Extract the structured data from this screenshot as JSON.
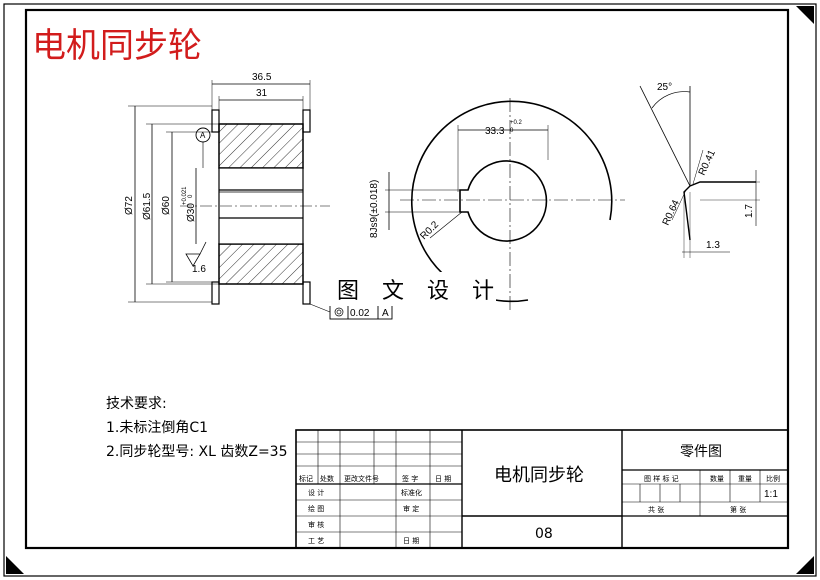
{
  "watermark": "电机同步轮",
  "center_stamp": "图 文 设 计",
  "dimensions": {
    "d36_5": "36.5",
    "d31": "31",
    "phi72": "Ø72",
    "phi61_5": "Ø61.5",
    "phi60": "Ø60",
    "phi30": "Ø30",
    "tol_phi30_upper": "+0.021",
    "tol_phi30_lower": "0",
    "rough_1_6": "1.6",
    "datum_a": "A",
    "d33_3": "33.3",
    "tol_33_3_upper": "+0.2",
    "tol_33_3_lower": "0",
    "key_width": "8Js9(±0.018)",
    "r0_2": "R0.2",
    "angle_25": "25°",
    "r0_41": "R0.41",
    "r0_64": "R0.64",
    "d1_7": "1.7",
    "d1_3": "1.3",
    "runout_value": "0.02",
    "runout_datum": "A"
  },
  "notes": {
    "title": "技术要求:",
    "items": [
      "1.未标注倒角C1",
      "2.同步轮型号: XL 齿数Z=35"
    ]
  },
  "title_block": {
    "part_name": "电机同步轮",
    "drawing_type": "零件图",
    "drawing_number": "08",
    "scale": "1:1",
    "header_labels": [
      "标记",
      "处数",
      "更改文件号",
      "签 字",
      "日 期"
    ],
    "row_labels": [
      "设 计",
      "绘 图",
      "审 核",
      "工 艺"
    ],
    "row_labels_right": [
      "标准化",
      "审 定",
      "日 期"
    ],
    "stage_labels": [
      "图 样 标 记",
      "数量",
      "重量",
      "比例"
    ],
    "sheet_labels": [
      "共 张",
      "第 张"
    ]
  }
}
